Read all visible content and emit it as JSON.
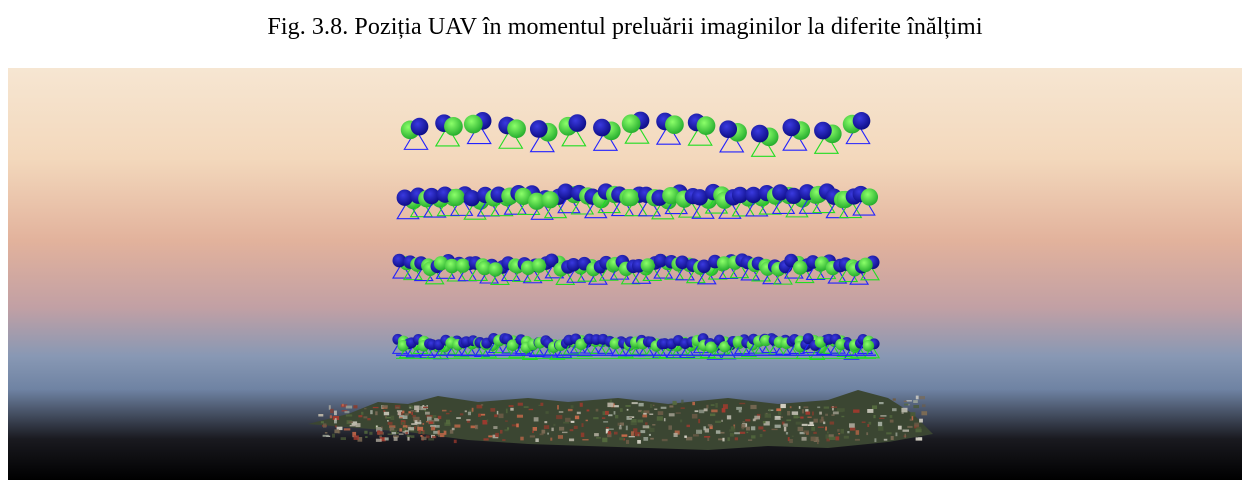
{
  "caption": "Fig. 3.8. Poziția UAV în momentul preluării imaginilor la diferite înălțimi",
  "figure": {
    "sky_colors": [
      "#f6e6d2",
      "#f3d8bc",
      "#e2b29c",
      "#c2a0a4",
      "#8898b4",
      "#6f83a3",
      "#1a1a20",
      "#000000"
    ],
    "camera_colors": {
      "sphere_blue": "#10109a",
      "sphere_green": "#3fd93f",
      "frame_blue": "#2222ff",
      "frame_green": "#22dd22"
    },
    "rows": [
      {
        "altitude_level": 4,
        "cameras": 15
      },
      {
        "altitude_level": 3,
        "cameras": 35
      },
      {
        "altitude_level": 2,
        "cameras": 44
      },
      {
        "altitude_level": 1,
        "cameras": 70
      }
    ],
    "terrain": "village-point-cloud"
  }
}
